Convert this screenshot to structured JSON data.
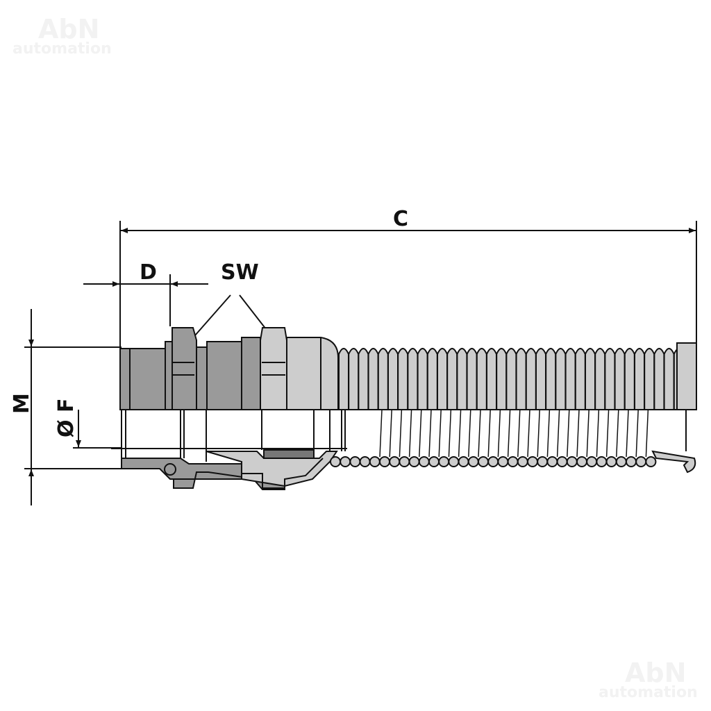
{
  "watermark": {
    "brand": "AbN",
    "sub": "automation"
  },
  "dimensions": {
    "overall_length": "C",
    "thread_length": "D",
    "wrench_size": "SW",
    "thread_diameter": "M",
    "bore_diameter": "Ø F"
  },
  "colors": {
    "dark_part": "#9a9a9a",
    "light_part": "#cdcdcd",
    "line": "#111111"
  }
}
